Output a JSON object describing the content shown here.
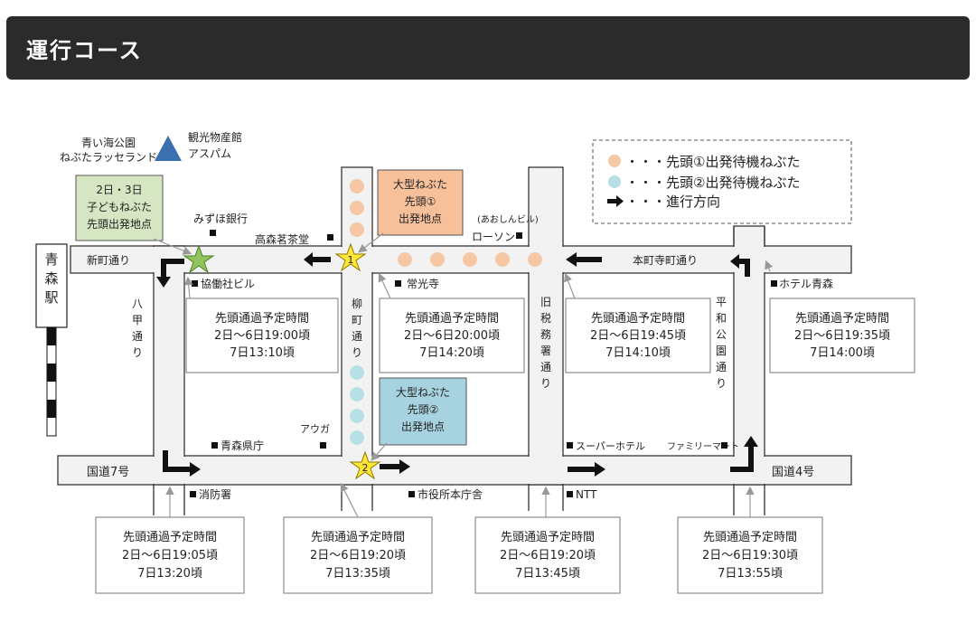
{
  "header": {
    "title": "運行コース"
  },
  "map": {
    "legend": [
      {
        "label": "・・・先頭①出発待機ねぶた",
        "color": "#f6c7a4",
        "type": "dot"
      },
      {
        "label": "・・・先頭②出発待機ねぶた",
        "color": "#b9dfe6",
        "type": "dot"
      },
      {
        "label": "・・・進行方向",
        "type": "arrow"
      }
    ],
    "streets": {
      "shinmachi": "新町通り",
      "honchodera": "本町寺町通り",
      "kokudo7": "国道7号",
      "kokudo4": "国道4号",
      "hakko": [
        "八",
        "甲",
        "通",
        "り"
      ],
      "yanagimachi": [
        "柳",
        "町",
        "通",
        "り"
      ],
      "kyuzeimusho": [
        "旧",
        "税",
        "務",
        "署",
        "通",
        "り"
      ],
      "heiwakoen": [
        "平",
        "和",
        "公",
        "園",
        "通",
        "り"
      ]
    },
    "station": [
      "青",
      "森",
      "駅"
    ],
    "landmarks": {
      "aoiumi_1": "青い海公園",
      "aoiumi_2": "ねぶたラッセランド",
      "kanko_1": "観光物産館",
      "kanko_2": "アスパム",
      "mizuho": "みずほ銀行",
      "takamori": "高森茗茶堂",
      "aoshin": "(あおしんビル)",
      "lawson": "ローソン",
      "kyodo": "協働社ビル",
      "joko": "常光寺",
      "hotel": "ホテル青森",
      "kencho": "青森県庁",
      "auga": "アウガ",
      "super": "スーパーホテル",
      "famima": "ファミリーマート",
      "shobo": "消防署",
      "shiyakusho": "市役所本庁舎",
      "ntt": "NTT"
    },
    "start_kids": [
      "2日・3日",
      "子どもねぶた",
      "先頭出発地点"
    ],
    "start1": [
      "大型ねぶた",
      "先頭①",
      "出発地点"
    ],
    "start2": [
      "大型ねぶた",
      "先頭②",
      "出発地点"
    ],
    "markers": {
      "m1": "1",
      "m2": "2"
    },
    "time_boxes": [
      {
        "title": "先頭通過予定時間",
        "line1": "2日～6日19:00頃",
        "line2": "7日13:10頃"
      },
      {
        "title": "先頭通過予定時間",
        "line1": "2日～6日20:00頃",
        "line2": "7日14:20頃"
      },
      {
        "title": "先頭通過予定時間",
        "line1": "2日～6日19:45頃",
        "line2": "7日14:10頃"
      },
      {
        "title": "先頭通過予定時間",
        "line1": "2日～6日19:35頃",
        "line2": "7日14:00頃"
      },
      {
        "title": "先頭通過予定時間",
        "line1": "2日～6日19:05頃",
        "line2": "7日13:20頃"
      },
      {
        "title": "先頭通過予定時間",
        "line1": "2日～6日19:20頃",
        "line2": "7日13:35頃"
      },
      {
        "title": "先頭通過予定時間",
        "line1": "2日～6日19:20頃",
        "line2": "7日13:45頃"
      },
      {
        "title": "先頭通過予定時間",
        "line1": "2日～6日19:30頃",
        "line2": "7日13:55頃"
      }
    ]
  }
}
